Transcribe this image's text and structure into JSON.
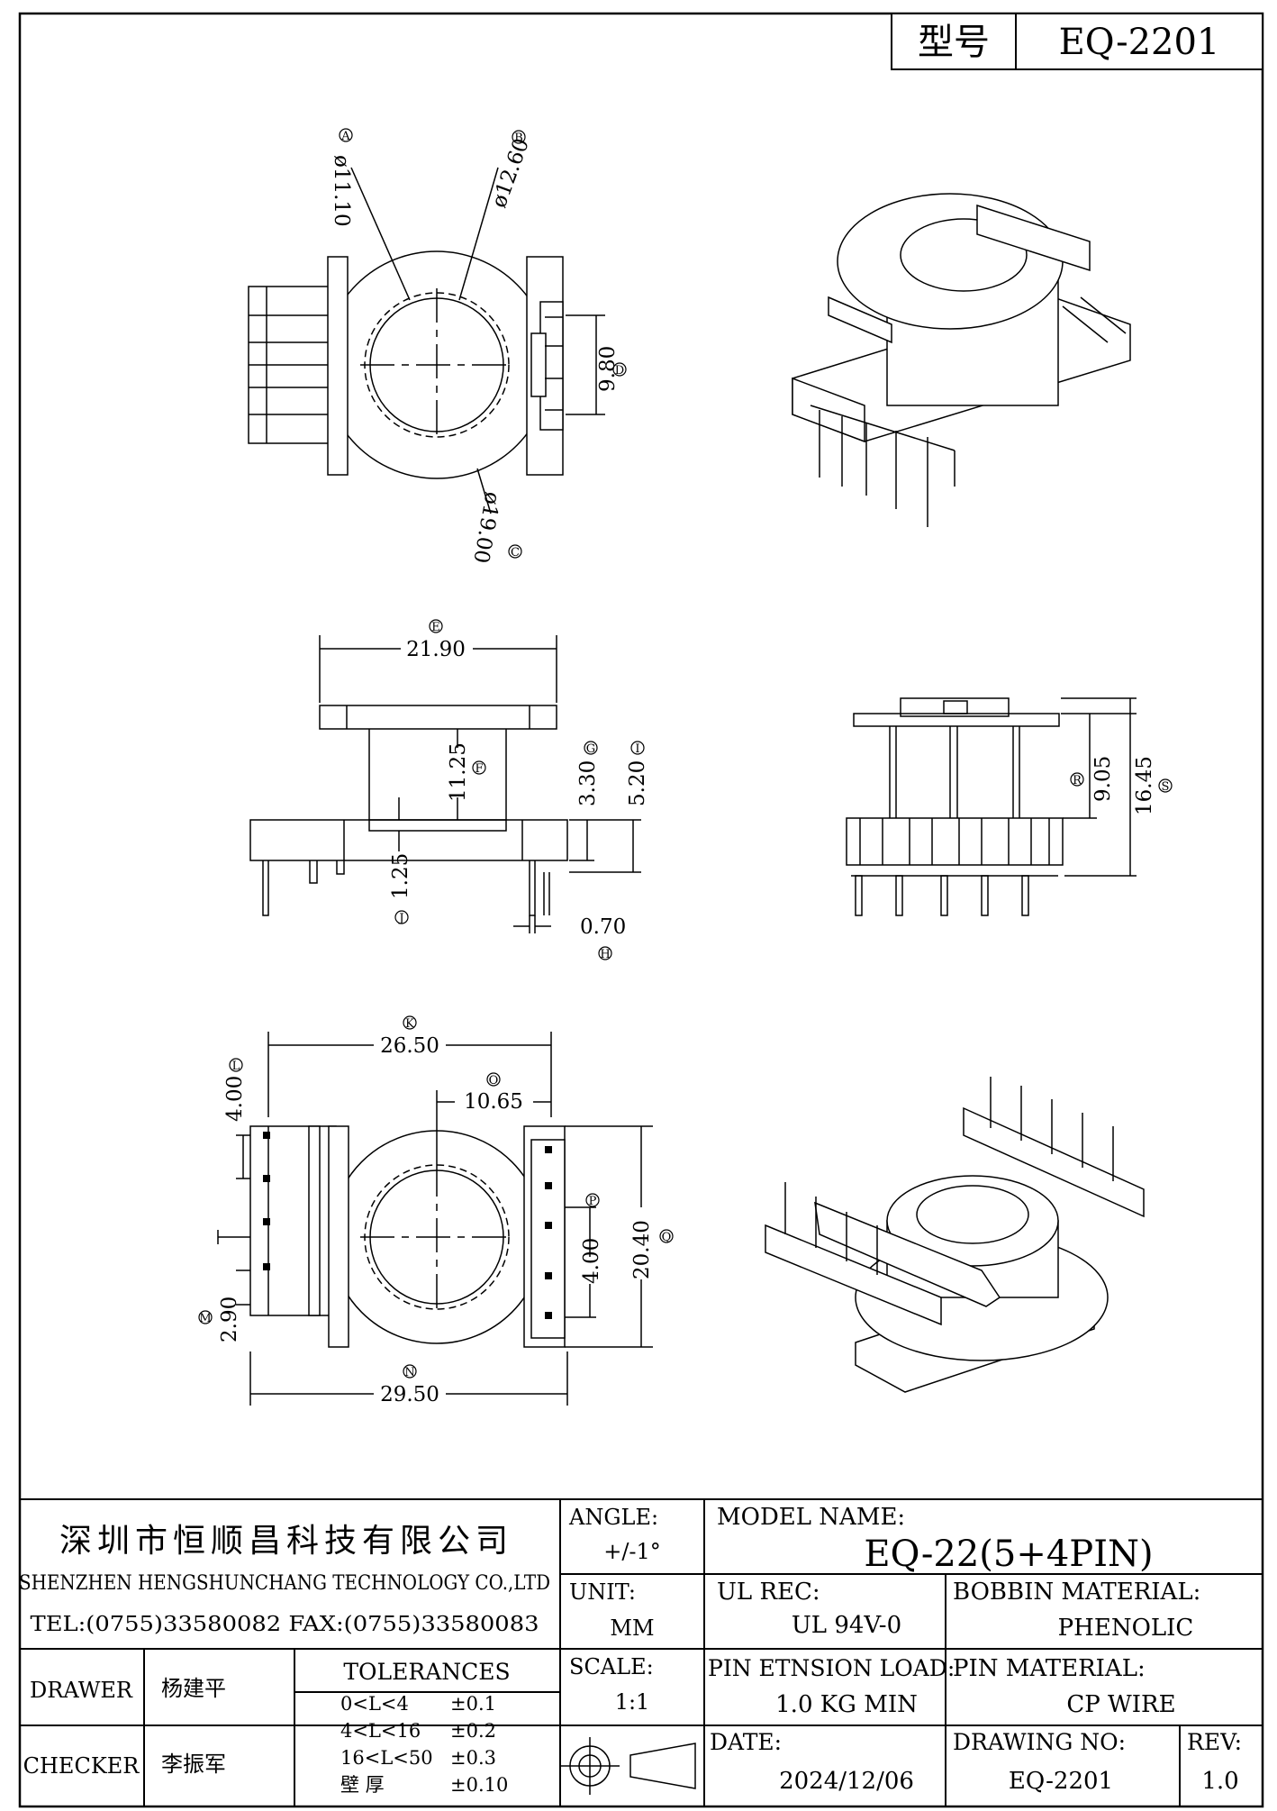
{
  "header": {
    "model_label": "型号",
    "model_value": "EQ-2201"
  },
  "dimensions": {
    "top_view": {
      "d_a": "ø11.10",
      "d_b": "ø12.60",
      "d_c": "ø19.00",
      "h_d": "9.80",
      "tag_a": "A",
      "tag_b": "B",
      "tag_c": "C",
      "tag_d": "D"
    },
    "side_view": {
      "w_e": "21.90",
      "h_f": "11.25",
      "h_g": "3.30",
      "h_i": "5.20",
      "t_j": "1.25",
      "p_h": "0.70",
      "tag_e": "E",
      "tag_f": "F",
      "tag_g": "G",
      "tag_i": "I",
      "tag_j": "J",
      "tag_h": "H"
    },
    "right_side_view": {
      "h_r": "9.05",
      "h_s": "16.45",
      "tag_r": "R",
      "tag_s": "S"
    },
    "bottom_view": {
      "w_k": "26.50",
      "w_o": "10.65",
      "pitch_l": "4.00",
      "pitch_p": "4.00",
      "h_q": "20.40",
      "m": "2.90",
      "w_n": "29.50",
      "tag_k": "K",
      "tag_o": "O",
      "tag_l": "L",
      "tag_p": "P",
      "tag_q": "Q",
      "tag_m": "M",
      "tag_n": "N"
    }
  },
  "title_block": {
    "company_cn": "深圳市恒顺昌科技有限公司",
    "company_en": "SHENZHEN HENGSHUNCHANG TECHNOLOGY CO.,LTD",
    "contact": "TEL:(0755)33580082 FAX:(0755)33580083",
    "angle_label": "ANGLE:",
    "angle_value": "+/-1°",
    "unit_label": "UNIT:",
    "unit_value": "MM",
    "scale_label": "SCALE:",
    "scale_value": "1:1",
    "model_name_label": "MODEL NAME:",
    "model_name_value": "EQ-22(5+4PIN)",
    "ul_label": "UL REC:",
    "ul_value": "UL 94V-0",
    "bobbin_label": "BOBBIN MATERIAL:",
    "bobbin_value": "PHENOLIC",
    "pin_load_label": "PIN ETNSION LOAD:",
    "pin_load_value": "1.0 KG MIN",
    "pin_material_label": "PIN MATERIAL:",
    "pin_material_value": "CP WIRE",
    "date_label": "DATE:",
    "date_value": "2024/12/06",
    "drawing_no_label": "DRAWING NO:",
    "drawing_no_value": "EQ-2201",
    "rev_label": "REV:",
    "rev_value": "1.0",
    "drawer_label": "DRAWER",
    "drawer_name": "杨建平",
    "checker_label": "CHECKER",
    "checker_name": "李振军",
    "tolerances_label": "TOLERANCES",
    "tolerances": [
      {
        "range": "0<L<4",
        "value": "±0.1"
      },
      {
        "range": "4<L<16",
        "value": "±0.2"
      },
      {
        "range": "16<L<50",
        "value": "±0.3"
      },
      {
        "range": "壁  厚",
        "value": "±0.10"
      }
    ]
  }
}
